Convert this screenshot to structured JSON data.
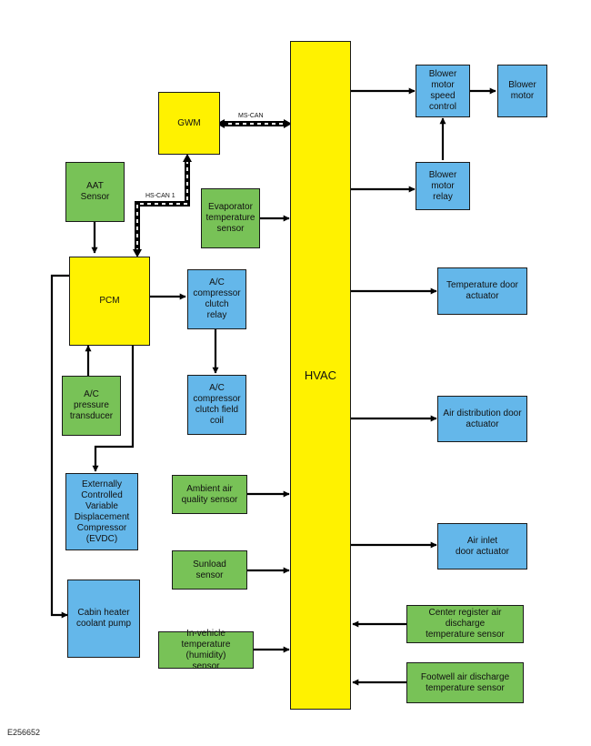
{
  "blocks": {
    "hvac": "HVAC",
    "gwm": "GWM",
    "pcm": "PCM",
    "aat": "AAT\nSensor",
    "evap": "Evaporator\ntemperature\nsensor",
    "ac_relay": "A/C\ncompressor\nclutch\nrelay",
    "ac_coil": "A/C\ncompressor\nclutch field\ncoil",
    "pressure": "A/C\npressure\ntransducer",
    "evdc": "Externally\nControlled\nVariable\nDisplacement\nCompressor\n(EVDC)",
    "coolant_pump": "Cabin heater\ncoolant pump",
    "ambient": "Ambient air\nquality sensor",
    "sunload": "Sunload\nsensor",
    "invehicle": "In-vehicle\ntemperature (humidity)\nsensor",
    "blower_ctrl": "Blower\nmotor\nspeed\ncontrol",
    "blower_motor": "Blower\nmotor",
    "blower_relay": "Blower\nmotor\nrelay",
    "temp_door": "Temperature door\nactuator",
    "air_dist": "Air distribution door\nactuator",
    "air_inlet": "Air inlet\ndoor actuator",
    "center_reg": "Center register air discharge\ntemperature sensor",
    "footwell": "Footwell  air discharge\ntemperature sensor"
  },
  "buses": {
    "ms_can": "MS-CAN",
    "hs_can": "HS-CAN 1"
  },
  "figure_id": "E256652",
  "colors": {
    "module": "#fff200",
    "sensor": "#78c257",
    "actuator": "#64b7ea"
  }
}
